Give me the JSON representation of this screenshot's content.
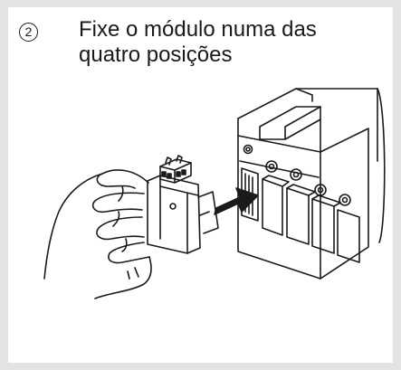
{
  "step": {
    "number": "2",
    "title_line1": "Fixe o módulo numa das",
    "title_line2": "quatro posições"
  },
  "colors": {
    "background": "#e3e3e3",
    "panel": "#ffffff",
    "ink": "#1a1a1a"
  },
  "icons": [
    "step-number-circle-icon",
    "arrow-right-icon"
  ]
}
